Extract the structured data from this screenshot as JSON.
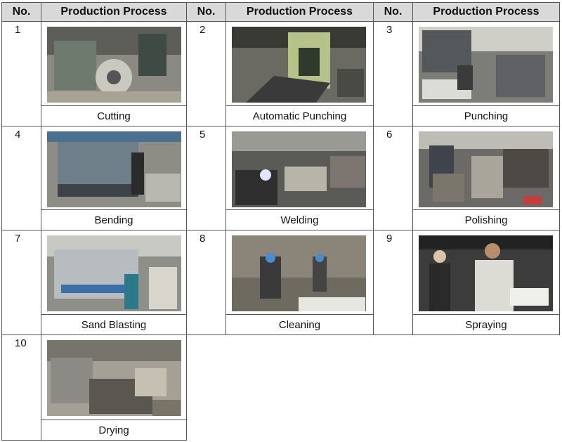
{
  "headers": {
    "no": "No.",
    "process": "Production Process"
  },
  "steps": [
    {
      "no": "1",
      "caption": "Cutting",
      "photo": "cutting-machine-photo"
    },
    {
      "no": "2",
      "caption": "Automatic Punching",
      "photo": "automatic-punching-photo"
    },
    {
      "no": "3",
      "caption": "Punching",
      "photo": "punching-photo"
    },
    {
      "no": "4",
      "caption": "Bending",
      "photo": "bending-photo"
    },
    {
      "no": "5",
      "caption": "Welding",
      "photo": "welding-photo"
    },
    {
      "no": "6",
      "caption": "Polishing",
      "photo": "polishing-photo"
    },
    {
      "no": "7",
      "caption": "Sand Blasting",
      "photo": "sand-blasting-photo"
    },
    {
      "no": "8",
      "caption": "Cleaning",
      "photo": "cleaning-photo"
    },
    {
      "no": "9",
      "caption": "Spraying",
      "photo": "spraying-photo"
    },
    {
      "no": "10",
      "caption": "Drying",
      "photo": "drying-photo"
    }
  ]
}
